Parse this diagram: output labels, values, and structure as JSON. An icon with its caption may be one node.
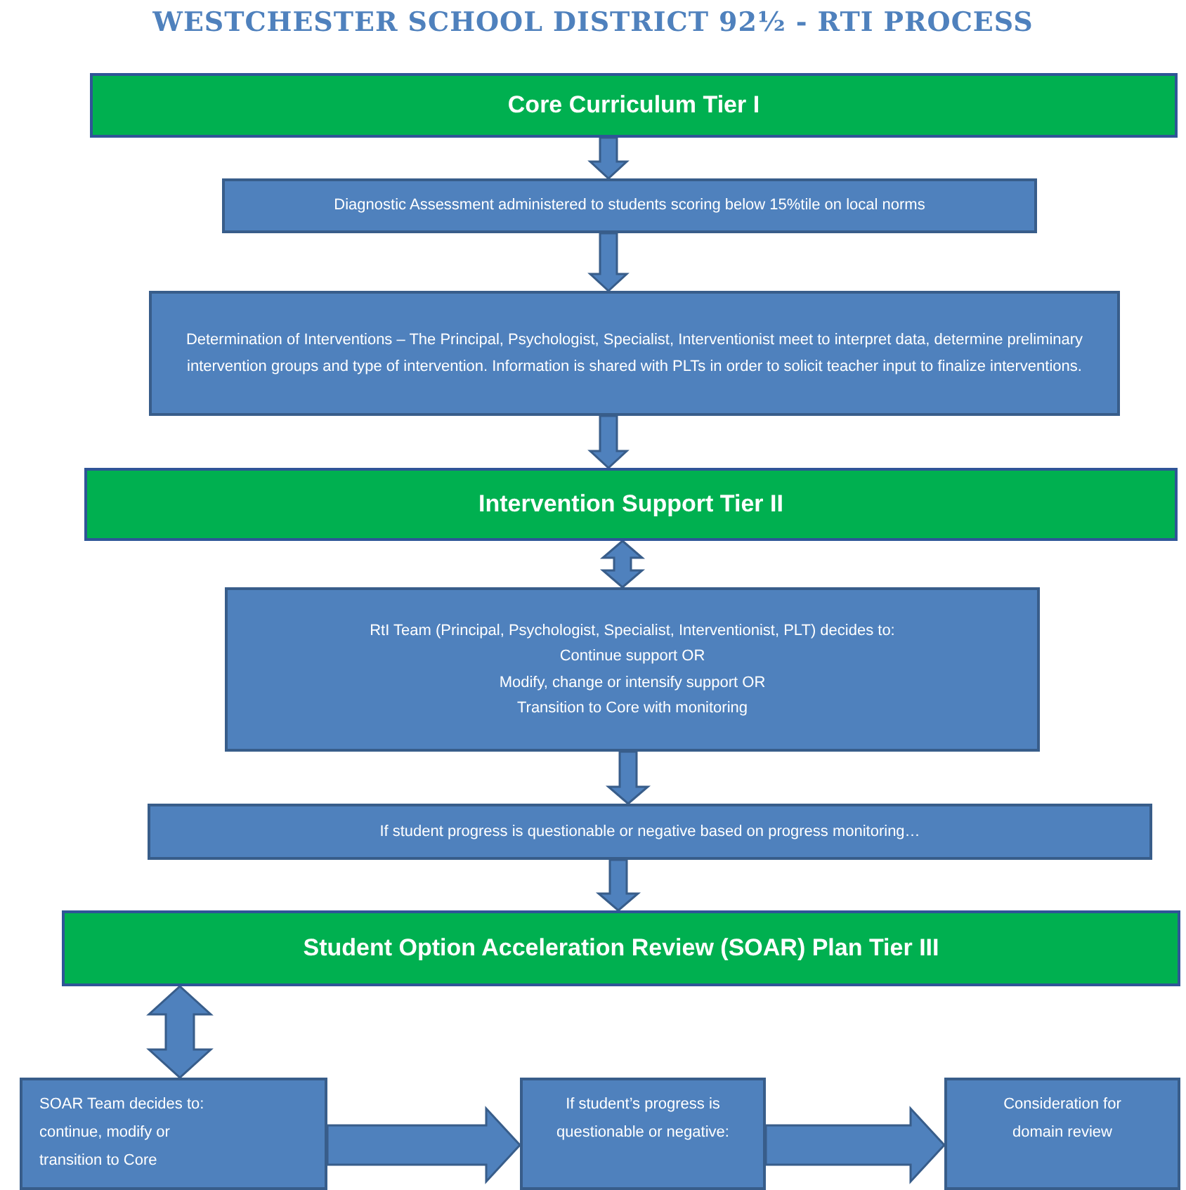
{
  "diagram": {
    "title": "WESTCHESTER SCHOOL DISTRICT 92½ - RTI PROCESS",
    "nodes": [
      {
        "text": [
          "Core Curriculum Tier I"
        ]
      },
      {
        "text": [
          "Diagnostic Assessment administered to students scoring below 15%tile on local norms"
        ]
      },
      {
        "text": [
          "Determination of Interventions – The Principal, Psychologist, Specialist, Interventionist meet to interpret data, determine preliminary intervention groups and type of intervention. Information is shared with PLTs in order to solicit teacher input to finalize interventions."
        ]
      },
      {
        "text": [
          "Intervention Support Tier II"
        ]
      },
      {
        "text": [
          "RtI Team (Principal, Psychologist, Specialist, Interventionist, PLT) decides to:",
          "Continue support OR",
          "Modify, change or intensify support OR",
          "Transition to Core with monitoring"
        ]
      },
      {
        "text": [
          "If student progress is questionable or negative based on progress monitoring…"
        ]
      },
      {
        "text": [
          "Student Option Acceleration Review (SOAR) Plan Tier III"
        ]
      },
      {
        "text": [
          "SOAR Team decides to: continue, modify or transition to Core"
        ]
      },
      {
        "text": [
          "If student’s progress is questionable or negative:"
        ]
      },
      {
        "text": [
          "Consideration for domain review"
        ]
      }
    ],
    "edges": [
      {
        "from": 0,
        "to": 1,
        "arrow": "to"
      },
      {
        "from": 1,
        "to": 2,
        "arrow": "to"
      },
      {
        "from": 2,
        "to": 3,
        "arrow": "to"
      },
      {
        "from": 3,
        "to": 4,
        "arrow": "both"
      },
      {
        "from": 4,
        "to": 5,
        "arrow": "to"
      },
      {
        "from": 5,
        "to": 6,
        "arrow": "to"
      },
      {
        "from": 6,
        "to": 7,
        "arrow": "both"
      },
      {
        "from": 7,
        "to": 8,
        "arrow": "to"
      },
      {
        "from": 8,
        "to": 9,
        "arrow": "to"
      }
    ]
  }
}
